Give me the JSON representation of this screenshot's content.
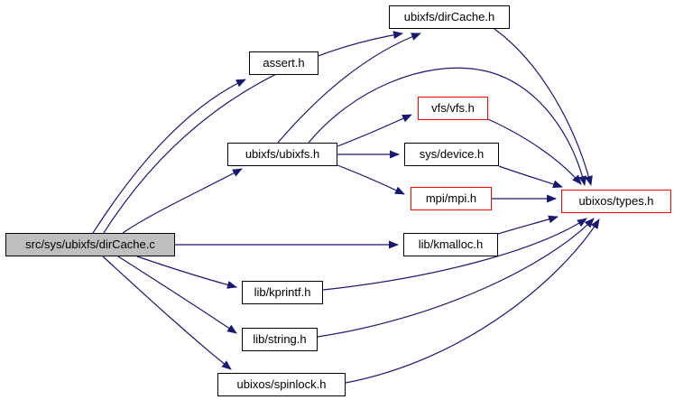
{
  "diagram": {
    "type": "include-dependency-graph",
    "colors": {
      "edge": "#191970",
      "node_border": "#000000",
      "truncated_node_border": "#ff0000",
      "main_node_fill": "#bfbfbf",
      "node_fill": "#ffffff",
      "text": "#000000",
      "background": "#ffffff"
    },
    "nodes": [
      {
        "id": "dircache-c",
        "label": "src/sys/ubixfs/dirCache.c",
        "type": "main"
      },
      {
        "id": "assert-h",
        "label": "assert.h",
        "type": "normal"
      },
      {
        "id": "ubixfs-dircache-h",
        "label": "ubixfs/dirCache.h",
        "type": "normal"
      },
      {
        "id": "vfs-vfs-h",
        "label": "vfs/vfs.h",
        "type": "truncated"
      },
      {
        "id": "ubixfs-ubixfs-h",
        "label": "ubixfs/ubixfs.h",
        "type": "normal"
      },
      {
        "id": "sys-device-h",
        "label": "sys/device.h",
        "type": "normal"
      },
      {
        "id": "mpi-mpi-h",
        "label": "mpi/mpi.h",
        "type": "truncated"
      },
      {
        "id": "ubixos-types-h",
        "label": "ubixos/types.h",
        "type": "truncated"
      },
      {
        "id": "lib-kmalloc-h",
        "label": "lib/kmalloc.h",
        "type": "normal"
      },
      {
        "id": "lib-kprintf-h",
        "label": "lib/kprintf.h",
        "type": "normal"
      },
      {
        "id": "lib-string-h",
        "label": "lib/string.h",
        "type": "normal"
      },
      {
        "id": "ubixos-spinlock-h",
        "label": "ubixos/spinlock.h",
        "type": "normal"
      }
    ],
    "edges": [
      {
        "from": "src/sys/ubixfs/dirCache.c",
        "to": "assert.h"
      },
      {
        "from": "src/sys/ubixfs/dirCache.c",
        "to": "ubixfs/dirCache.h"
      },
      {
        "from": "src/sys/ubixfs/dirCache.c",
        "to": "ubixfs/ubixfs.h"
      },
      {
        "from": "src/sys/ubixfs/dirCache.c",
        "to": "lib/kmalloc.h"
      },
      {
        "from": "src/sys/ubixfs/dirCache.c",
        "to": "lib/kprintf.h"
      },
      {
        "from": "src/sys/ubixfs/dirCache.c",
        "to": "lib/string.h"
      },
      {
        "from": "src/sys/ubixfs/dirCache.c",
        "to": "ubixos/spinlock.h"
      },
      {
        "from": "ubixfs/ubixfs.h",
        "to": "ubixfs/dirCache.h"
      },
      {
        "from": "ubixfs/ubixfs.h",
        "to": "vfs/vfs.h"
      },
      {
        "from": "ubixfs/ubixfs.h",
        "to": "sys/device.h"
      },
      {
        "from": "ubixfs/ubixfs.h",
        "to": "mpi/mpi.h"
      },
      {
        "from": "ubixfs/ubixfs.h",
        "to": "ubixos/types.h"
      },
      {
        "from": "ubixfs/dirCache.h",
        "to": "ubixos/types.h"
      },
      {
        "from": "vfs/vfs.h",
        "to": "ubixos/types.h"
      },
      {
        "from": "sys/device.h",
        "to": "ubixos/types.h"
      },
      {
        "from": "mpi/mpi.h",
        "to": "ubixos/types.h"
      },
      {
        "from": "lib/kmalloc.h",
        "to": "ubixos/types.h"
      },
      {
        "from": "lib/kprintf.h",
        "to": "ubixos/types.h"
      },
      {
        "from": "lib/string.h",
        "to": "ubixos/types.h"
      },
      {
        "from": "ubixos/spinlock.h",
        "to": "ubixos/types.h"
      }
    ]
  }
}
